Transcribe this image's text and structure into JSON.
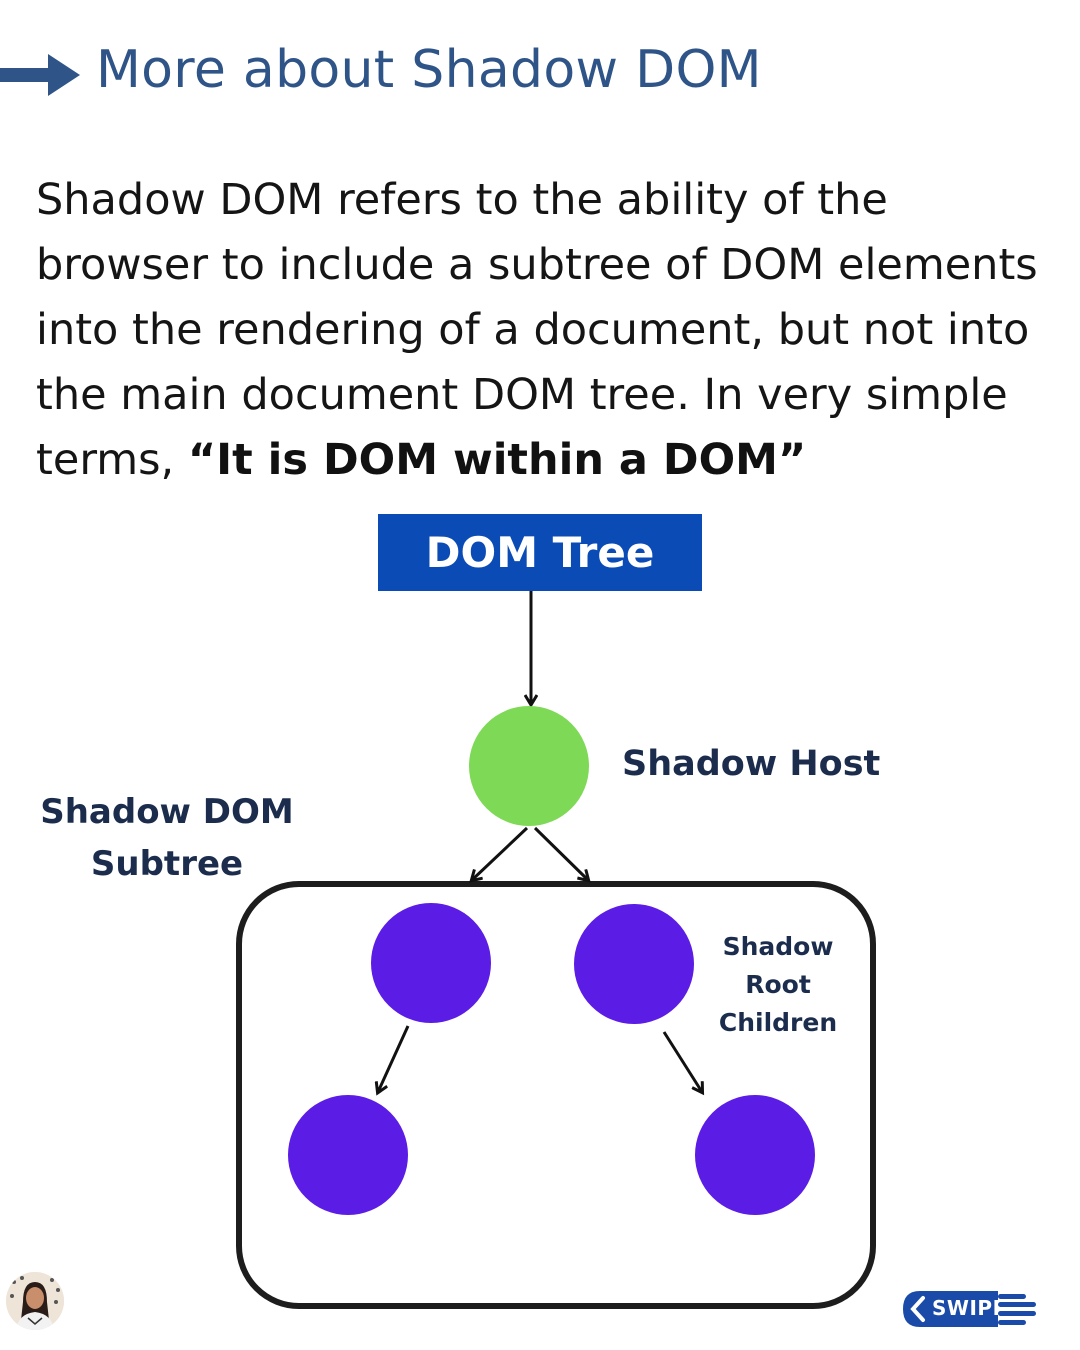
{
  "header": {
    "title": "More about Shadow DOM"
  },
  "body": {
    "paragraph": "Shadow DOM refers to the ability of the browser to include a subtree of DOM elements into the rendering of a document, but not into the main document DOM tree. In very simple terms, ",
    "emphasis": "“It is DOM within a DOM”"
  },
  "diagram": {
    "root_label": "DOM Tree",
    "host_label": "Shadow Host",
    "subtree_label_line1": "Shadow DOM",
    "subtree_label_line2": "Subtree",
    "children_label_line1": "Shadow Root",
    "children_label_line2": "Children"
  },
  "footer": {
    "swipe_label": "SWIPE"
  },
  "colors": {
    "title": "#2f5488",
    "root_box": "#0a4bb6",
    "host_node": "#7ed957",
    "child_node": "#5b1ce6",
    "swipe_badge": "#1a4ba8"
  },
  "icons": {
    "title_arrow": "right-arrow-icon",
    "swipe_chevron": "chevron-left-icon",
    "swipe_lines": "menu-lines-icon",
    "avatar": "avatar"
  }
}
